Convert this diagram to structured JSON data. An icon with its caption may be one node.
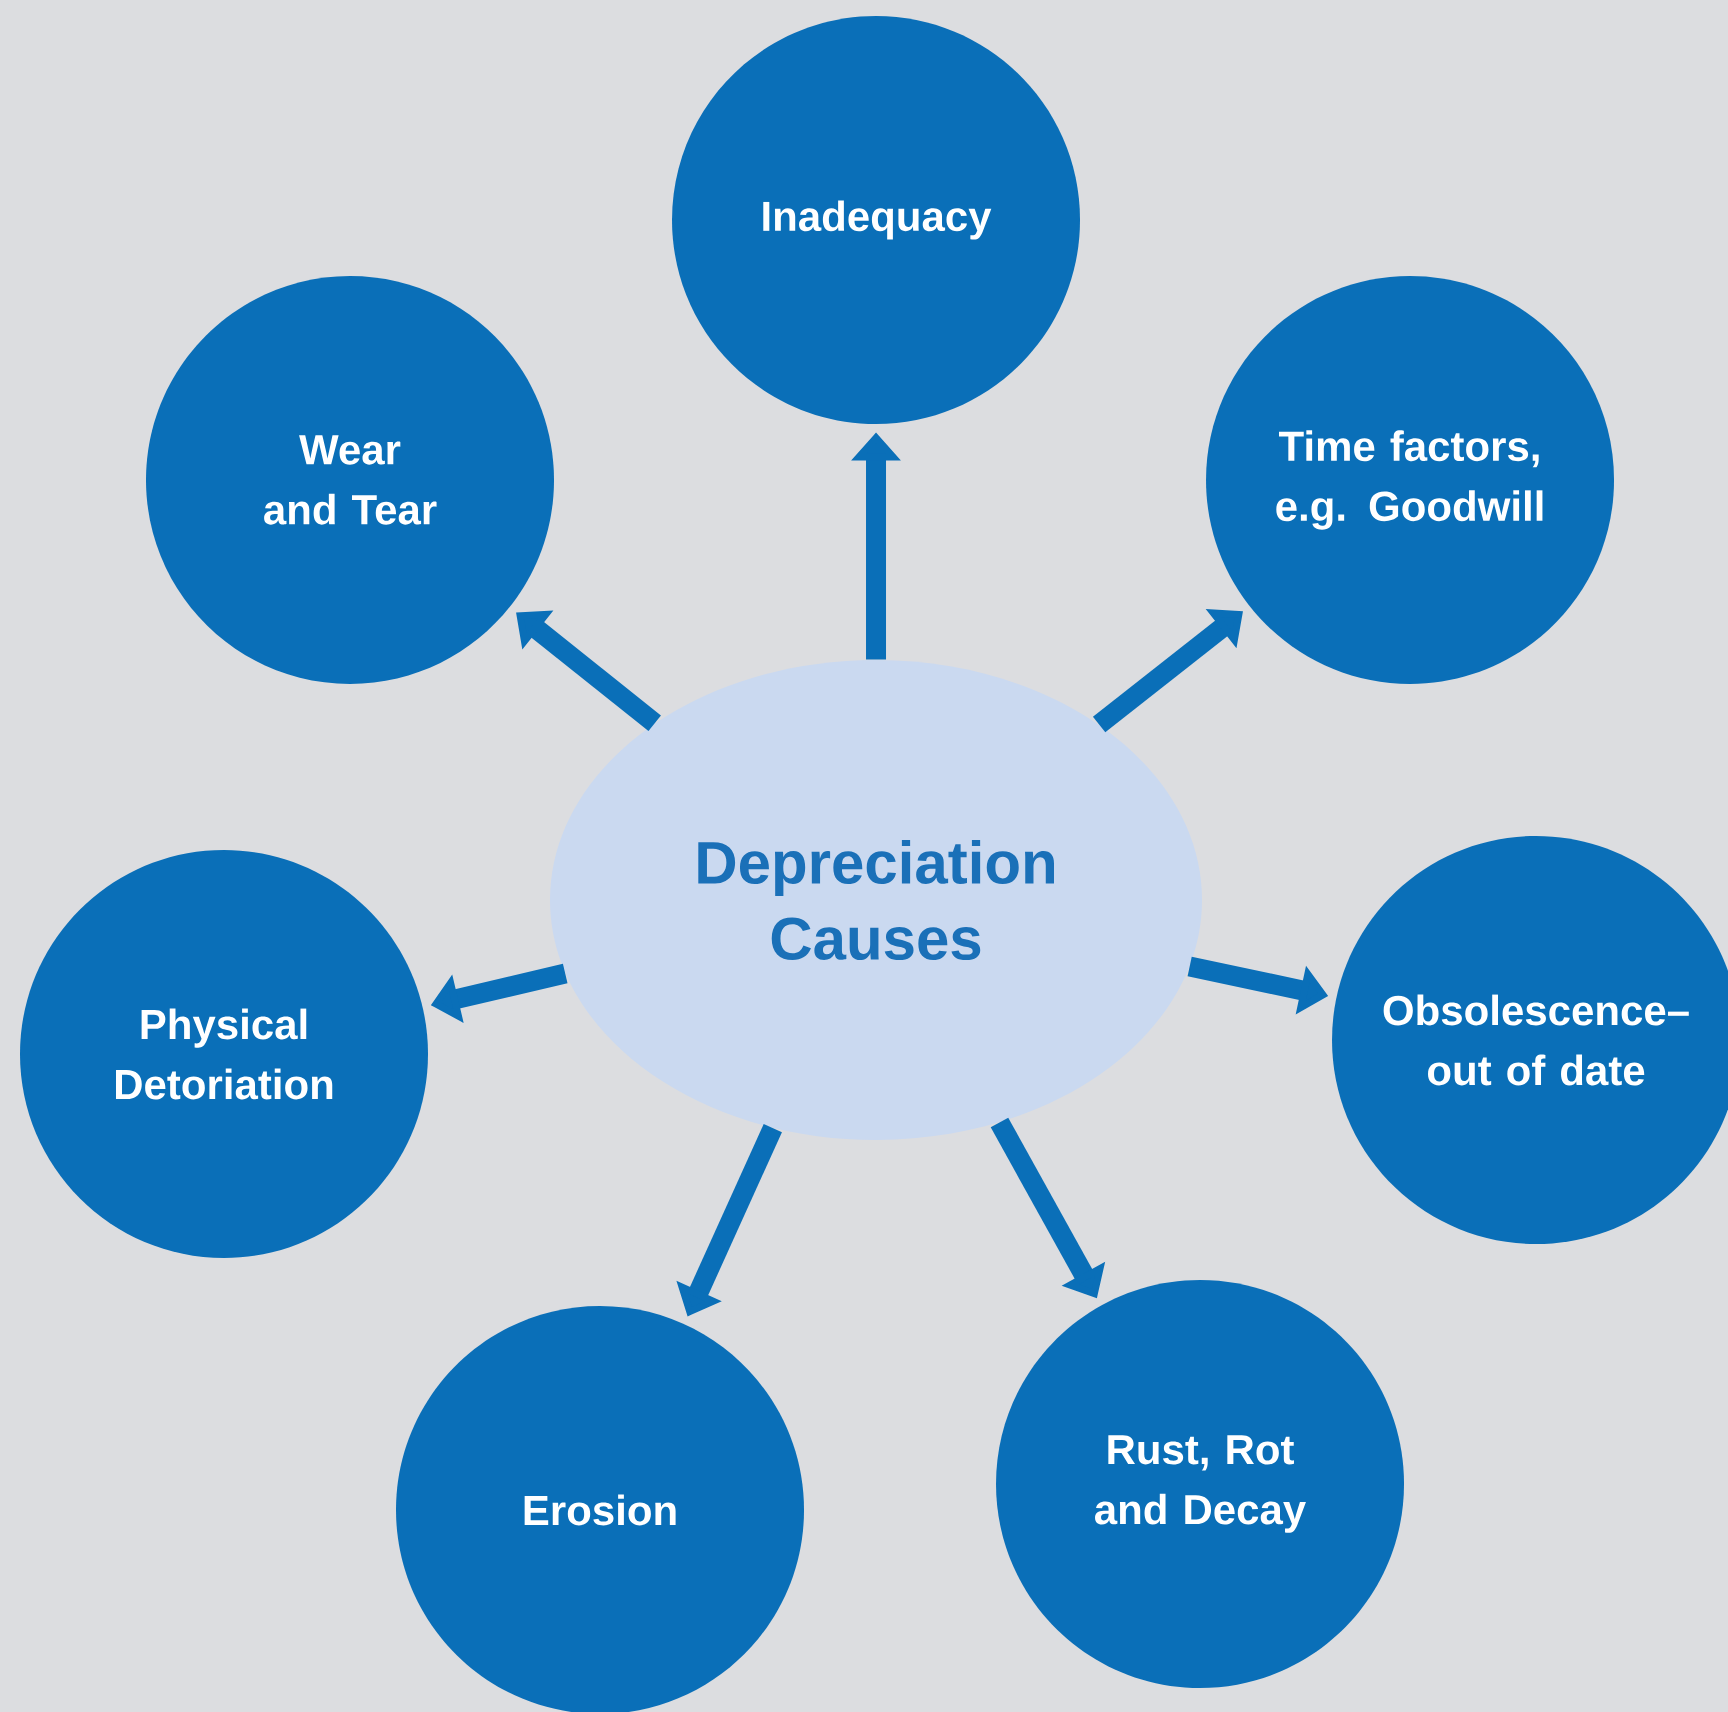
{
  "diagram": {
    "nodes": [
      {
        "text": [
          "Depreciation Causes"
        ]
      },
      {
        "text": [
          "Inadequacy"
        ]
      },
      {
        "text": [
          "Time factors, e.g. Goodwill"
        ]
      },
      {
        "text": [
          "Obsolescence– out of date"
        ]
      },
      {
        "text": [
          "Rust, Rot and Decay"
        ]
      },
      {
        "text": [
          "Erosion"
        ]
      },
      {
        "text": [
          "Physical Detoriation"
        ]
      },
      {
        "text": [
          "Wear and Tear"
        ]
      }
    ],
    "edges": [
      {
        "from": 0,
        "to": 1,
        "arrow": "to"
      },
      {
        "from": 0,
        "to": 2,
        "arrow": "to"
      },
      {
        "from": 0,
        "to": 3,
        "arrow": "to"
      },
      {
        "from": 0,
        "to": 4,
        "arrow": "to"
      },
      {
        "from": 0,
        "to": 5,
        "arrow": "to"
      },
      {
        "from": 0,
        "to": 6,
        "arrow": "to"
      },
      {
        "from": 0,
        "to": 7,
        "arrow": "to"
      }
    ]
  }
}
